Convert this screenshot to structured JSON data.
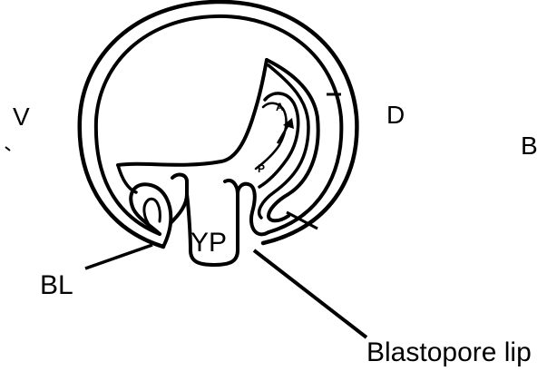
{
  "labels": {
    "ventral": "V",
    "dorsal": "D",
    "panel": "B",
    "blastopore_abbrev": "BL",
    "yolk_plug": "YP",
    "blastopore_lip": "Blastopore lip",
    "anterior": "A",
    "posterior": "P"
  },
  "colors": {
    "ink": "#000000",
    "background": "#ffffff"
  }
}
